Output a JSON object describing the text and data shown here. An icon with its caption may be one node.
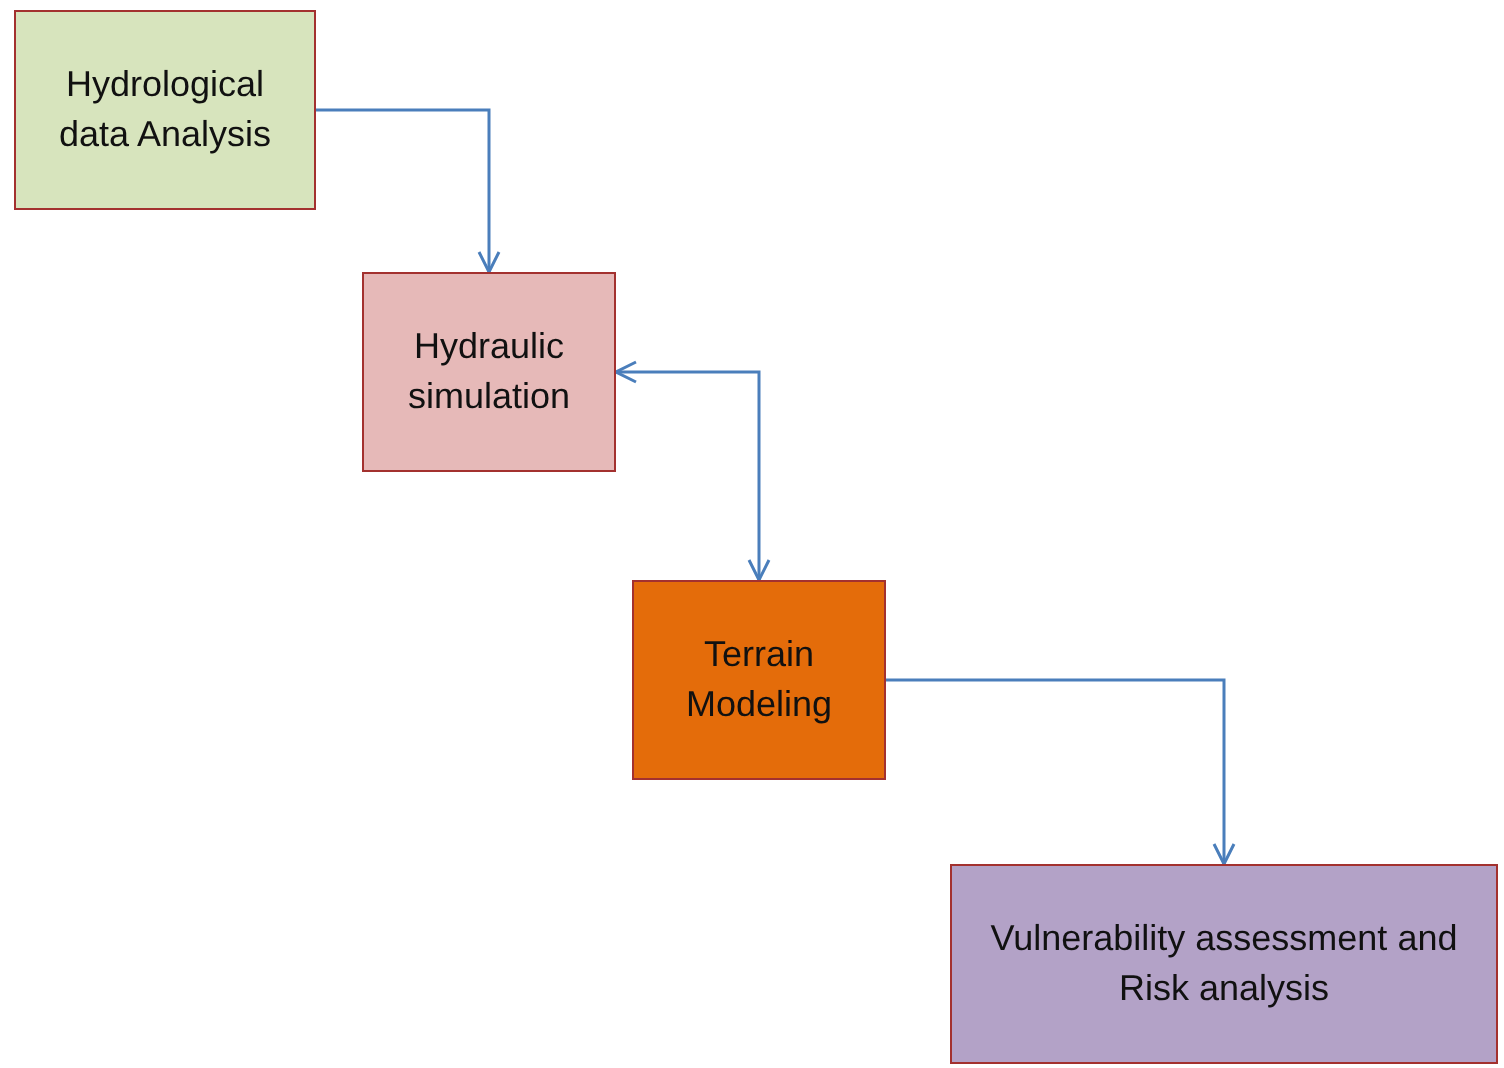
{
  "diagram": {
    "nodes": [
      {
        "text": [
          "Hydrological data Analysis"
        ]
      },
      {
        "text": [
          "Hydraulic simulation"
        ]
      },
      {
        "text": [
          "Terrain Modeling"
        ]
      },
      {
        "text": [
          "Vulnerability assessment and Risk analysis"
        ]
      }
    ],
    "edges": [
      {
        "from": 0,
        "to": 1,
        "arrow": "to"
      },
      {
        "from": 1,
        "to": 2,
        "arrow": "both"
      },
      {
        "from": 2,
        "to": 3,
        "arrow": "to"
      }
    ]
  }
}
